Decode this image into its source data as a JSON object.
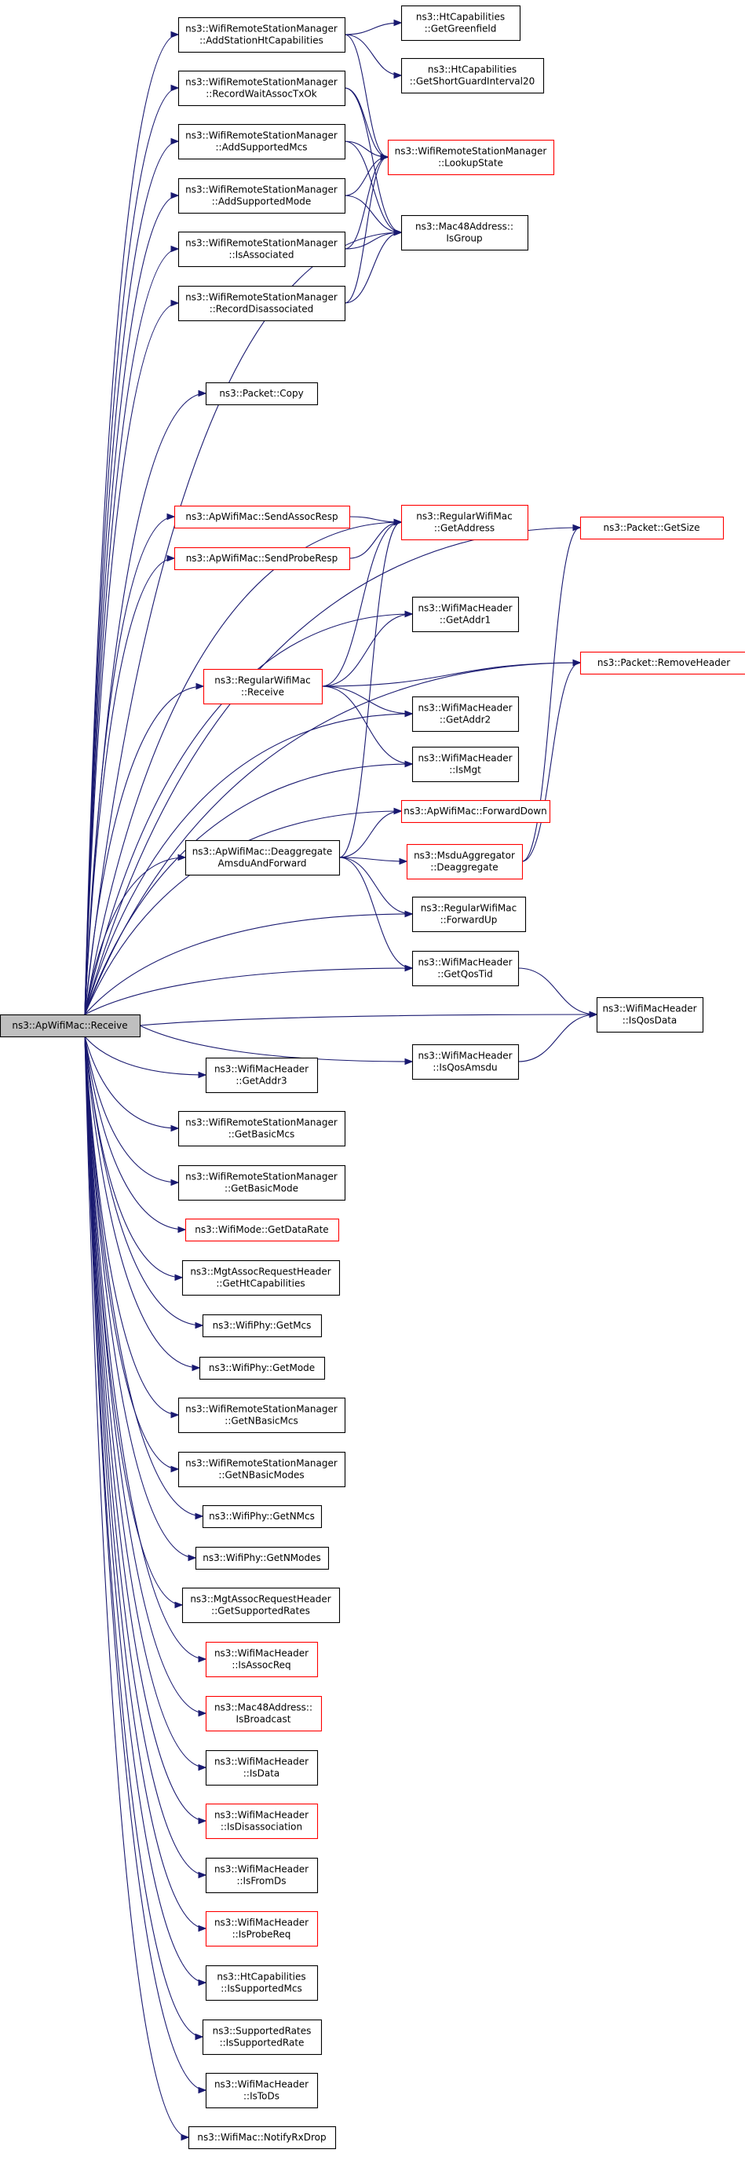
{
  "diagram": {
    "root": {
      "id": "root",
      "lines": [
        "ns3::ApWifiMac::Receive"
      ],
      "border": "gray"
    },
    "nodes": [
      {
        "id": "addsta",
        "lines": [
          "ns3::WifiRemoteStationManager",
          "::AddStationHtCapabilities"
        ],
        "border": "black"
      },
      {
        "id": "htgreen",
        "lines": [
          "ns3::HtCapabilities",
          "::GetGreenfield"
        ],
        "border": "black"
      },
      {
        "id": "htsgi",
        "lines": [
          "ns3::HtCapabilities",
          "::GetShortGuardInterval20"
        ],
        "border": "black"
      },
      {
        "id": "recwait",
        "lines": [
          "ns3::WifiRemoteStationManager",
          "::RecordWaitAssocTxOk"
        ],
        "border": "black"
      },
      {
        "id": "lookup",
        "lines": [
          "ns3::WifiRemoteStationManager",
          "::LookupState"
        ],
        "border": "red"
      },
      {
        "id": "addmcs",
        "lines": [
          "ns3::WifiRemoteStationManager",
          "::AddSupportedMcs"
        ],
        "border": "black"
      },
      {
        "id": "addmode",
        "lines": [
          "ns3::WifiRemoteStationManager",
          "::AddSupportedMode"
        ],
        "border": "black"
      },
      {
        "id": "isgroup",
        "lines": [
          "ns3::Mac48Address::",
          "IsGroup"
        ],
        "border": "black"
      },
      {
        "id": "isassoc",
        "lines": [
          "ns3::WifiRemoteStationManager",
          "::IsAssociated"
        ],
        "border": "black"
      },
      {
        "id": "recdis",
        "lines": [
          "ns3::WifiRemoteStationManager",
          "::RecordDisassociated"
        ],
        "border": "black"
      },
      {
        "id": "pcopy",
        "lines": [
          "ns3::Packet::Copy"
        ],
        "border": "black"
      },
      {
        "id": "getsize",
        "lines": [
          "ns3::Packet::GetSize"
        ],
        "border": "red"
      },
      {
        "id": "sendassoc",
        "lines": [
          "ns3::ApWifiMac::SendAssocResp"
        ],
        "border": "red"
      },
      {
        "id": "getaddress",
        "lines": [
          "ns3::RegularWifiMac",
          "::GetAddress"
        ],
        "border": "red"
      },
      {
        "id": "sendprobe",
        "lines": [
          "ns3::ApWifiMac::SendProbeResp"
        ],
        "border": "red"
      },
      {
        "id": "addr1",
        "lines": [
          "ns3::WifiMacHeader",
          "::GetAddr1"
        ],
        "border": "black"
      },
      {
        "id": "removehdr",
        "lines": [
          "ns3::Packet::RemoveHeader"
        ],
        "border": "red"
      },
      {
        "id": "regrecv",
        "lines": [
          "ns3::RegularWifiMac",
          "::Receive"
        ],
        "border": "red"
      },
      {
        "id": "addr2",
        "lines": [
          "ns3::WifiMacHeader",
          "::GetAddr2"
        ],
        "border": "black"
      },
      {
        "id": "ismgt",
        "lines": [
          "ns3::WifiMacHeader",
          "::IsMgt"
        ],
        "border": "black"
      },
      {
        "id": "fwddown",
        "lines": [
          "ns3::ApWifiMac::ForwardDown"
        ],
        "border": "red"
      },
      {
        "id": "deagg",
        "lines": [
          "ns3::ApWifiMac::Deaggregate",
          "AmsduAndForward"
        ],
        "border": "black"
      },
      {
        "id": "msdu",
        "lines": [
          "ns3::MsduAggregator",
          "::Deaggregate"
        ],
        "border": "red"
      },
      {
        "id": "fwdup",
        "lines": [
          "ns3::RegularWifiMac",
          "::ForwardUp"
        ],
        "border": "black"
      },
      {
        "id": "qostid",
        "lines": [
          "ns3::WifiMacHeader",
          "::GetQosTid"
        ],
        "border": "black"
      },
      {
        "id": "isqosdata",
        "lines": [
          "ns3::WifiMacHeader",
          "::IsQosData"
        ],
        "border": "black"
      },
      {
        "id": "isqosamsdu",
        "lines": [
          "ns3::WifiMacHeader",
          "::IsQosAmsdu"
        ],
        "border": "black"
      },
      {
        "id": "addr3",
        "lines": [
          "ns3::WifiMacHeader",
          "::GetAddr3"
        ],
        "border": "black"
      },
      {
        "id": "basicmcs",
        "lines": [
          "ns3::WifiRemoteStationManager",
          "::GetBasicMcs"
        ],
        "border": "black"
      },
      {
        "id": "basicmode",
        "lines": [
          "ns3::WifiRemoteStationManager",
          "::GetBasicMode"
        ],
        "border": "black"
      },
      {
        "id": "datarate",
        "lines": [
          "ns3::WifiMode::GetDataRate"
        ],
        "border": "red"
      },
      {
        "id": "gethtcap",
        "lines": [
          "ns3::MgtAssocRequestHeader",
          "::GetHtCapabilities"
        ],
        "border": "black"
      },
      {
        "id": "getmcs",
        "lines": [
          "ns3::WifiPhy::GetMcs"
        ],
        "border": "black"
      },
      {
        "id": "getmode",
        "lines": [
          "ns3::WifiPhy::GetMode"
        ],
        "border": "black"
      },
      {
        "id": "nbasicmcs",
        "lines": [
          "ns3::WifiRemoteStationManager",
          "::GetNBasicMcs"
        ],
        "border": "black"
      },
      {
        "id": "nbasicmodes",
        "lines": [
          "ns3::WifiRemoteStationManager",
          "::GetNBasicModes"
        ],
        "border": "black"
      },
      {
        "id": "nmcs",
        "lines": [
          "ns3::WifiPhy::GetNMcs"
        ],
        "border": "black"
      },
      {
        "id": "nmodes",
        "lines": [
          "ns3::WifiPhy::GetNModes"
        ],
        "border": "black"
      },
      {
        "id": "suprates",
        "lines": [
          "ns3::MgtAssocRequestHeader",
          "::GetSupportedRates"
        ],
        "border": "black"
      },
      {
        "id": "isassocreq",
        "lines": [
          "ns3::WifiMacHeader",
          "::IsAssocReq"
        ],
        "border": "red"
      },
      {
        "id": "isbcast",
        "lines": [
          "ns3::Mac48Address::",
          "IsBroadcast"
        ],
        "border": "red"
      },
      {
        "id": "isdata",
        "lines": [
          "ns3::WifiMacHeader",
          "::IsData"
        ],
        "border": "black"
      },
      {
        "id": "isdisassoc",
        "lines": [
          "ns3::WifiMacHeader",
          "::IsDisassociation"
        ],
        "border": "red"
      },
      {
        "id": "isfromds",
        "lines": [
          "ns3::WifiMacHeader",
          "::IsFromDs"
        ],
        "border": "black"
      },
      {
        "id": "isprobereq",
        "lines": [
          "ns3::WifiMacHeader",
          "::IsProbeReq"
        ],
        "border": "red"
      },
      {
        "id": "issupmcs",
        "lines": [
          "ns3::HtCapabilities",
          "::IsSupportedMcs"
        ],
        "border": "black"
      },
      {
        "id": "issuprate",
        "lines": [
          "ns3::SupportedRates",
          "::IsSupportedRate"
        ],
        "border": "black"
      },
      {
        "id": "istods",
        "lines": [
          "ns3::WifiMacHeader",
          "::IsToDs"
        ],
        "border": "black"
      },
      {
        "id": "notifyrx",
        "lines": [
          "ns3::WifiMac::NotifyRxDrop"
        ],
        "border": "black"
      }
    ],
    "edges": [
      [
        "root",
        "addsta"
      ],
      [
        "root",
        "recwait"
      ],
      [
        "root",
        "addmcs"
      ],
      [
        "root",
        "addmode"
      ],
      [
        "root",
        "isassoc"
      ],
      [
        "root",
        "recdis"
      ],
      [
        "root",
        "isgroup"
      ],
      [
        "root",
        "pcopy"
      ],
      [
        "root",
        "getsize"
      ],
      [
        "root",
        "getaddress"
      ],
      [
        "root",
        "sendassoc"
      ],
      [
        "root",
        "sendprobe"
      ],
      [
        "root",
        "removehdr"
      ],
      [
        "root",
        "addr1"
      ],
      [
        "root",
        "regrecv"
      ],
      [
        "root",
        "addr2"
      ],
      [
        "root",
        "ismgt"
      ],
      [
        "root",
        "fwddown"
      ],
      [
        "root",
        "deagg"
      ],
      [
        "root",
        "fwdup"
      ],
      [
        "root",
        "qostid"
      ],
      [
        "root",
        "isqosdata"
      ],
      [
        "root",
        "isqosamsdu"
      ],
      [
        "root",
        "addr3"
      ],
      [
        "root",
        "basicmcs"
      ],
      [
        "root",
        "basicmode"
      ],
      [
        "root",
        "datarate"
      ],
      [
        "root",
        "gethtcap"
      ],
      [
        "root",
        "getmcs"
      ],
      [
        "root",
        "getmode"
      ],
      [
        "root",
        "nbasicmcs"
      ],
      [
        "root",
        "nbasicmodes"
      ],
      [
        "root",
        "nmcs"
      ],
      [
        "root",
        "nmodes"
      ],
      [
        "root",
        "suprates"
      ],
      [
        "root",
        "isassocreq"
      ],
      [
        "root",
        "isbcast"
      ],
      [
        "root",
        "isdata"
      ],
      [
        "root",
        "isdisassoc"
      ],
      [
        "root",
        "isfromds"
      ],
      [
        "root",
        "isprobereq"
      ],
      [
        "root",
        "issupmcs"
      ],
      [
        "root",
        "issuprate"
      ],
      [
        "root",
        "istods"
      ],
      [
        "root",
        "notifyrx"
      ],
      [
        "addsta",
        "htgreen"
      ],
      [
        "addsta",
        "htsgi"
      ],
      [
        "addsta",
        "lookup"
      ],
      [
        "recwait",
        "lookup"
      ],
      [
        "recwait",
        "isgroup"
      ],
      [
        "addmcs",
        "lookup"
      ],
      [
        "addmcs",
        "isgroup"
      ],
      [
        "addmode",
        "lookup"
      ],
      [
        "addmode",
        "isgroup"
      ],
      [
        "isassoc",
        "lookup"
      ],
      [
        "isassoc",
        "isgroup"
      ],
      [
        "recdis",
        "lookup"
      ],
      [
        "recdis",
        "isgroup"
      ],
      [
        "sendassoc",
        "getaddress"
      ],
      [
        "sendprobe",
        "getaddress"
      ],
      [
        "regrecv",
        "getaddress"
      ],
      [
        "regrecv",
        "addr1"
      ],
      [
        "regrecv",
        "removehdr"
      ],
      [
        "regrecv",
        "addr2"
      ],
      [
        "regrecv",
        "ismgt"
      ],
      [
        "deagg",
        "getaddress"
      ],
      [
        "deagg",
        "fwddown"
      ],
      [
        "deagg",
        "msdu"
      ],
      [
        "deagg",
        "fwdup"
      ],
      [
        "deagg",
        "qostid"
      ],
      [
        "msdu",
        "getsize"
      ],
      [
        "msdu",
        "removehdr"
      ],
      [
        "qostid",
        "isqosdata"
      ],
      [
        "isqosamsdu",
        "isqosdata"
      ]
    ]
  }
}
